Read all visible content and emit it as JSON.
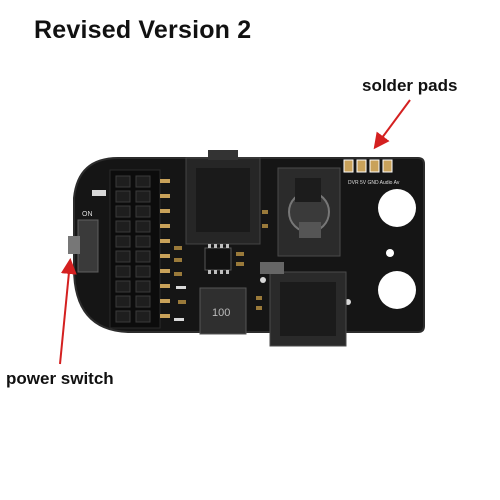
{
  "title": "Revised Version 2",
  "callouts": {
    "solder_pads": "solder pads",
    "power_switch": "power switch"
  },
  "board": {
    "switch_label": "ON",
    "pad_labels": "DVR 5V GND Audio Av",
    "inductor_marking": "100"
  },
  "colors": {
    "pcb": "#141414",
    "arrow": "#d42020",
    "pads": "#c9a25a",
    "jack": "#2a2a2a"
  }
}
